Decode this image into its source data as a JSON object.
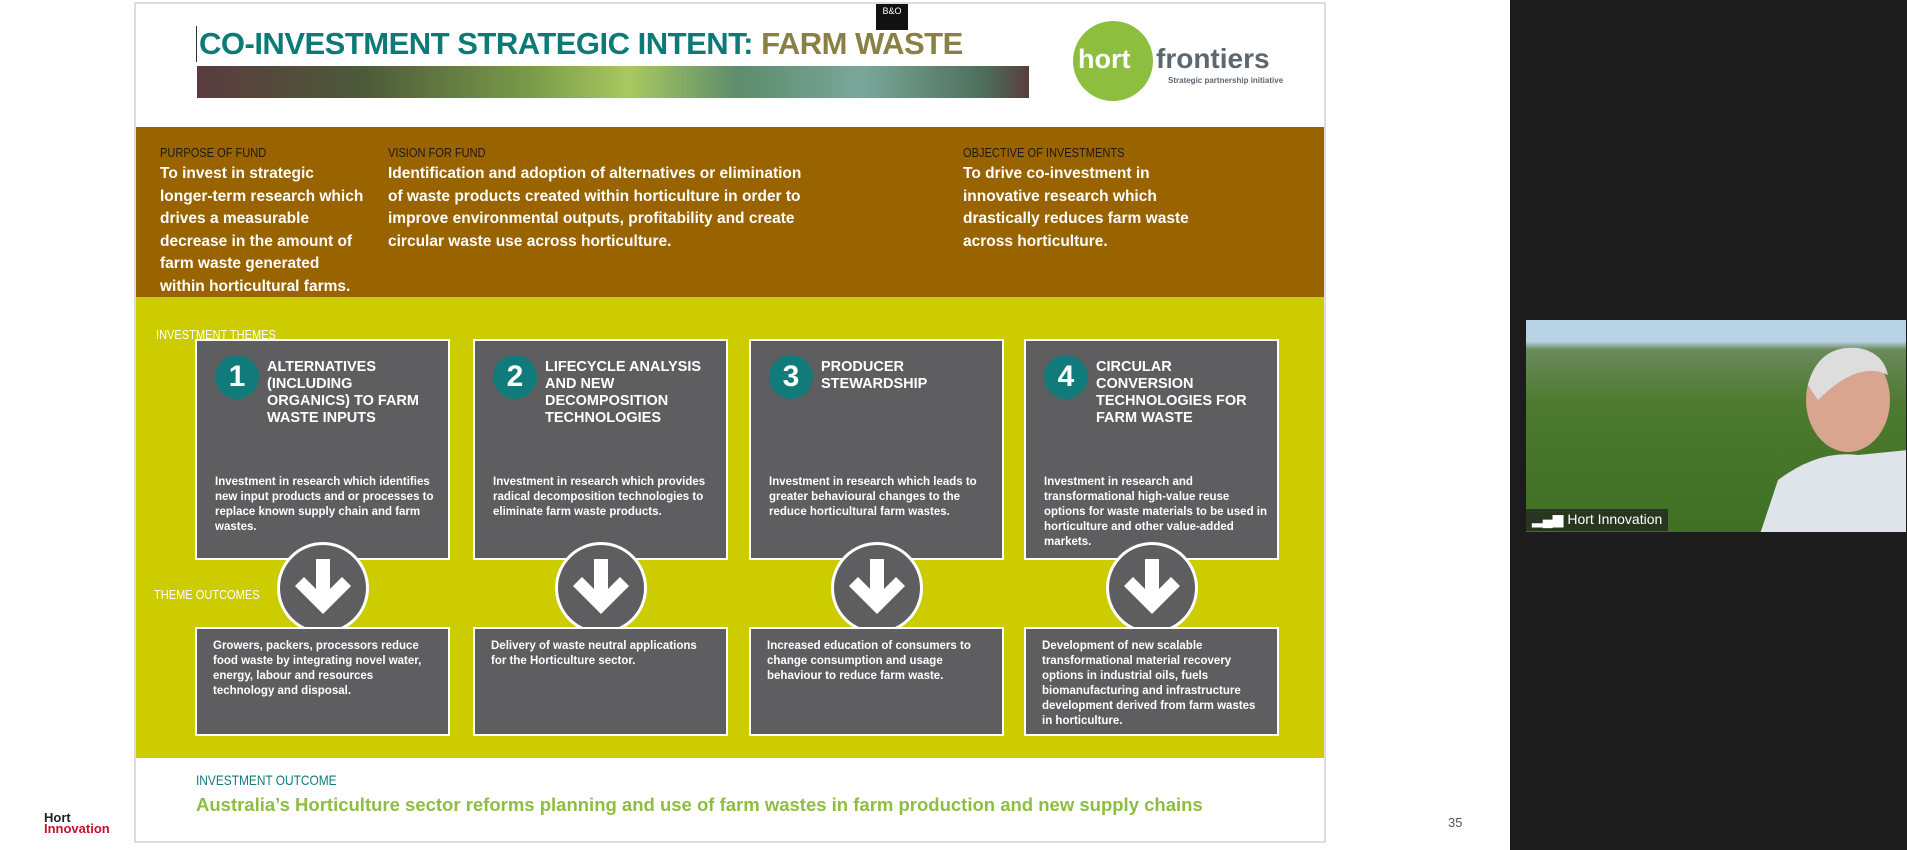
{
  "slide": {
    "title_part1": "CO-INVESTMENT STRATEGIC INTENT:",
    "title_part2": "FARM WASTE",
    "badge": "B&O",
    "logo": {
      "hort": "hort",
      "frontiers": "frontiers",
      "tagline": "Strategic partnership initiative"
    },
    "purpose": {
      "label": "PURPOSE OF FUND",
      "text": "To invest in strategic longer-term research which drives a measurable decrease in the amount of farm waste generated within horticultural farms."
    },
    "vision": {
      "label": "VISION  FOR FUND",
      "text": "Identification and adoption of  alternatives or elimination of waste products created within horticulture in order to improve environmental outputs, profitability and create circular waste use across horticulture."
    },
    "objective": {
      "label": "OBJECTIVE OF INVESTMENTS",
      "text": "To drive co-investment in innovative research which drastically reduces farm waste across horticulture."
    },
    "themes_label": "INVESTMENT THEMES",
    "outcomes_label": "THEME OUTCOMES",
    "themes": [
      {
        "num": "1",
        "title": "ALTERNATIVES (INCLUDING ORGANICS) TO FARM WASTE INPUTS",
        "body": "Investment in research which identifies new input products and or processes to replace known supply chain and farm wastes.",
        "outcome": "Growers, packers, processors reduce food waste by integrating novel water, energy, labour and resources technology and disposal."
      },
      {
        "num": "2",
        "title": "LIFECYCLE ANALYSIS AND NEW DECOMPOSITION TECHNOLOGIES",
        "body": "Investment in research which provides radical decomposition technologies to eliminate farm waste products.",
        "outcome": "Delivery of waste neutral applications for the Horticulture sector."
      },
      {
        "num": "3",
        "title": "PRODUCER STEWARDSHIP",
        "body": "Investment in research which leads to greater behavioural changes to the reduce horticultural farm wastes.",
        "outcome": "Increased education of consumers to change consumption and usage behaviour to reduce farm waste."
      },
      {
        "num": "4",
        "title": "CIRCULAR CONVERSION TECHNOLOGIES FOR FARM WASTE",
        "body": "Investment in research and transformational high-value reuse options for waste materials to be used in horticulture and other value-added markets.",
        "outcome": "Development of new scalable transformational material recovery options in industrial oils, fuels biomanufacturing and infrastructure development derived from farm wastes in horticulture."
      }
    ],
    "investment_outcome": {
      "label": "INVESTMENT OUTCOME",
      "text": "Australia’s Horticulture sector reforms planning and use of farm wastes in farm production and new supply chains"
    }
  },
  "footer": {
    "logo_line1": "Hort",
    "logo_line2": "Innovation",
    "page_number": "35"
  },
  "video": {
    "participant_name": "Hort Innovation"
  },
  "colors": {
    "teal": "#117a7a",
    "brown": "#996300",
    "yellow": "#cccc00",
    "card": "#5e5e60",
    "green": "#8dbe3f"
  }
}
